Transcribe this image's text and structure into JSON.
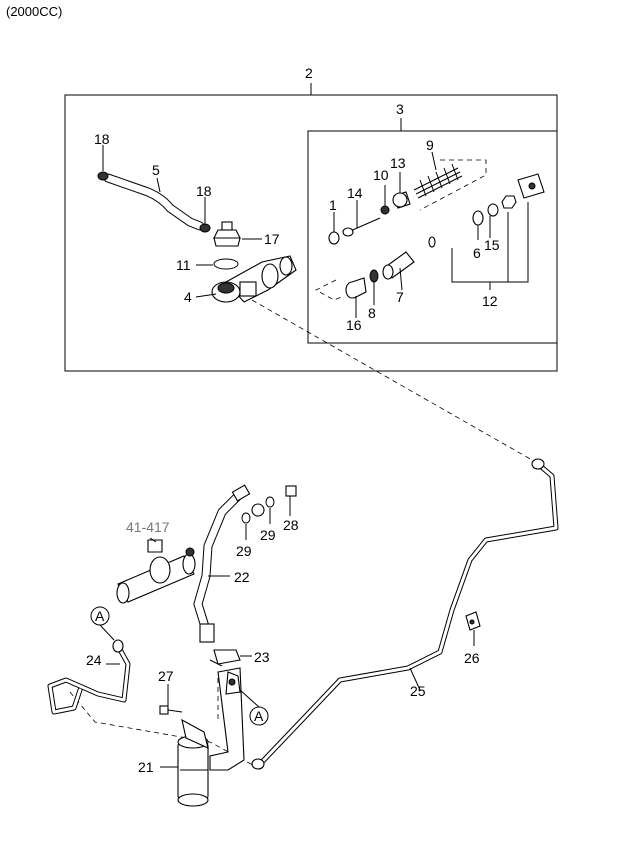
{
  "header": {
    "engine_label": "(2000CC)"
  },
  "callouts": {
    "c2": "2",
    "c3": "3",
    "c9": "9",
    "c18a": "18",
    "c5": "5",
    "c18b": "18",
    "c13": "13",
    "c10": "10",
    "c14": "14",
    "c1": "1",
    "c17": "17",
    "c11": "11",
    "c4": "4",
    "c6": "6",
    "c15": "15",
    "c7": "7",
    "c8": "8",
    "c16": "16",
    "c12": "12",
    "c41": "41-417",
    "c28": "28",
    "c29a": "29",
    "c29b": "29",
    "c22": "22",
    "cA1": "A",
    "c23": "23",
    "c26": "26",
    "c24": "24",
    "c27": "27",
    "cA2": "A",
    "c25": "25",
    "c21": "21"
  },
  "colors": {
    "line": "#000000",
    "reference_text": "#777777",
    "background": "#ffffff"
  }
}
